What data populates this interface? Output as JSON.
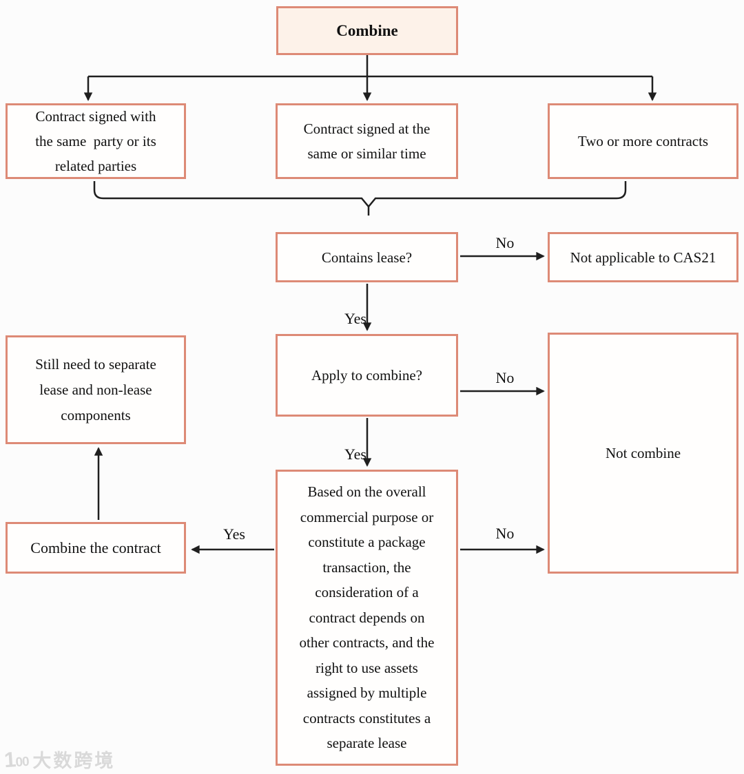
{
  "colors": {
    "box_border": "#dd8a76",
    "root_fill": "#fdf2e9",
    "box_fill": "#fffefd",
    "line": "#1f1f1f",
    "watermark": "#d9d9d9"
  },
  "nodes": {
    "combine": "Combine",
    "same_party": "Contract signed with\nthe same  party or its\nrelated parties",
    "same_time": "Contract signed at the\nsame or similar time",
    "two_or_more": "Two or more contracts",
    "contains_lease": "Contains lease?",
    "not_applicable": "Not applicable to CAS21",
    "apply_combine": "Apply to combine?",
    "not_combine": "Not combine",
    "still_separate": "Still need to separate\nlease and non-lease\ncomponents",
    "combine_contract": "Combine the contract",
    "criteria": "Based on the overall\ncommercial purpose or\nconstitute a package\ntransaction, the\nconsideration of a\ncontract depends on\nother contracts, and the\nright to use assets\nassigned by multiple\ncontracts constitutes a\nseparate lease"
  },
  "edges": {
    "no_contains": "No",
    "yes_contains": "Yes",
    "no_apply": "No",
    "yes_apply": "Yes",
    "no_criteria": "No",
    "yes_criteria": "Yes"
  },
  "watermark": {
    "logo": "100",
    "text": "大数跨境"
  }
}
